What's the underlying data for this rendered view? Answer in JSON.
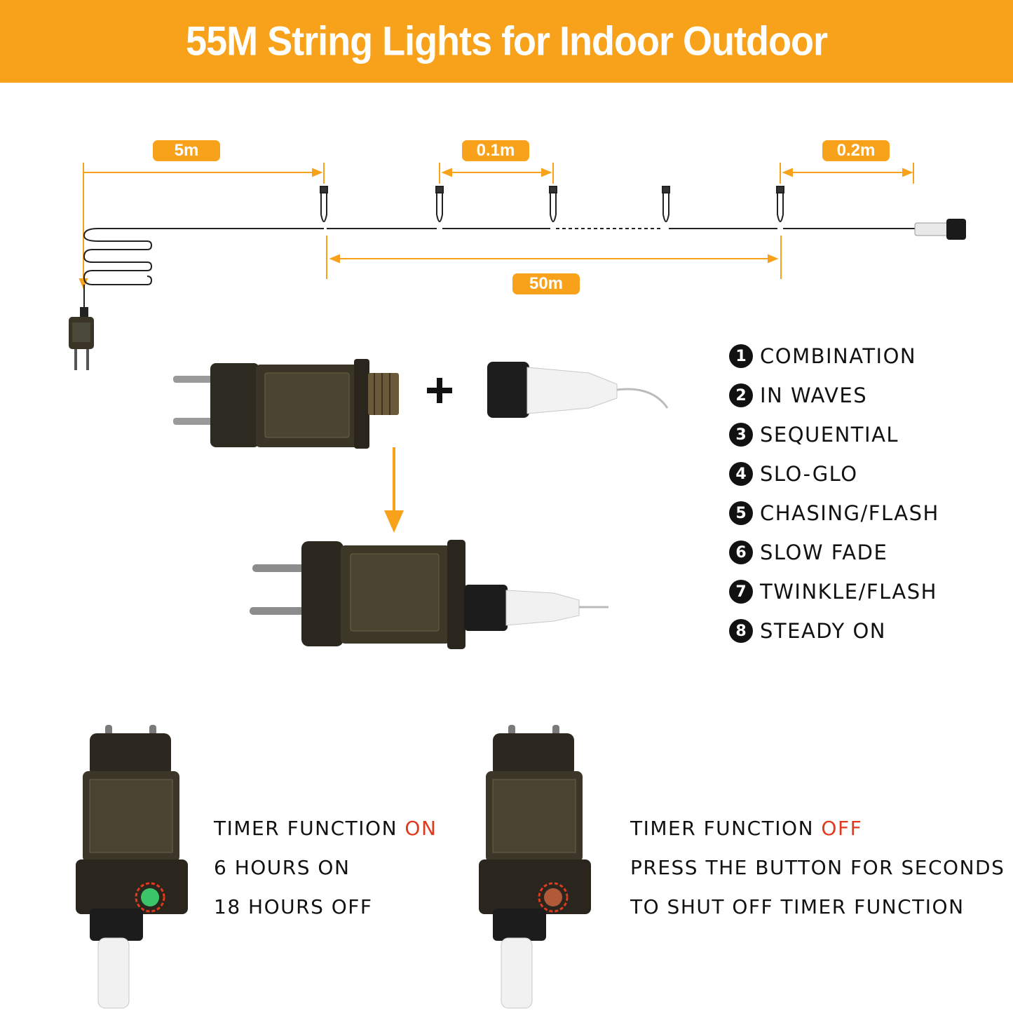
{
  "banner": {
    "title": "55M String Lights for Indoor Outdoor",
    "color": "#f7a21a"
  },
  "dimensions": {
    "lead_cable": "5m",
    "bulb_spacing": "0.1m",
    "tail_cable": "0.2m",
    "lit_length": "50m"
  },
  "modes": [
    {
      "num": "1",
      "label": "COMBINATION"
    },
    {
      "num": "2",
      "label": "IN WAVES"
    },
    {
      "num": "3",
      "label": "SEQUENTIAL"
    },
    {
      "num": "4",
      "label": "SLO-GLO"
    },
    {
      "num": "5",
      "label": "CHASING/FLASH"
    },
    {
      "num": "6",
      "label": "SLOW FADE"
    },
    {
      "num": "7",
      "label": "TWINKLE/FLASH"
    },
    {
      "num": "8",
      "label": "STEADY ON"
    }
  ],
  "timer_on": {
    "prefix": "TIMER FUNCTION ",
    "state": "ON",
    "line2": "6 HOURS ON",
    "line3": "18 HOURS OFF",
    "button_color": "#3cc46a"
  },
  "timer_off": {
    "prefix": "TIMER FUNCTION ",
    "state": "OFF",
    "line2": "PRESS THE BUTTON FOR SECONDS",
    "line3": "TO SHUT OFF TIMER FUNCTION",
    "button_color": "#b05a3a"
  },
  "colors": {
    "accent": "#f7a21a",
    "highlight": "#e03a1e"
  }
}
